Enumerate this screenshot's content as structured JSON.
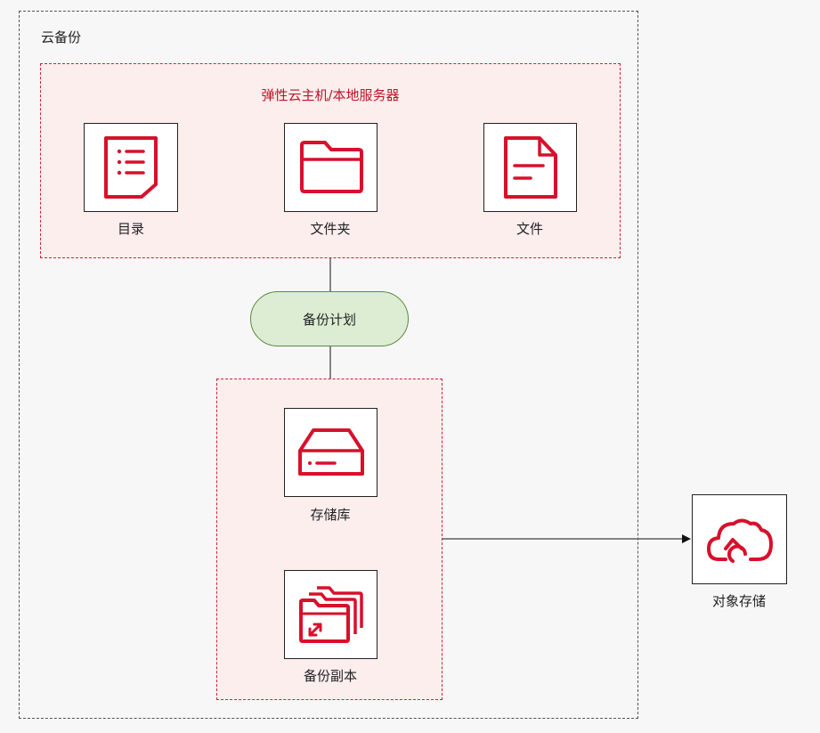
{
  "diagram": {
    "outer_title": "云备份",
    "host_group_title": "弹性云主机/本地服务器",
    "sources": [
      {
        "label": "目录",
        "icon": "directory-icon"
      },
      {
        "label": "文件夹",
        "icon": "folder-icon"
      },
      {
        "label": "文件",
        "icon": "file-icon"
      }
    ],
    "plan_label": "备份计划",
    "vault_label": "存储库",
    "replica_label": "备份副本",
    "object_storage_label": "对象存储"
  },
  "colors": {
    "icon_red": "#d8102b",
    "group_border": "#cc2234",
    "group_fill": "#fdeeee",
    "plan_fill": "#dcedd4",
    "plan_border": "#5a8a3c"
  }
}
